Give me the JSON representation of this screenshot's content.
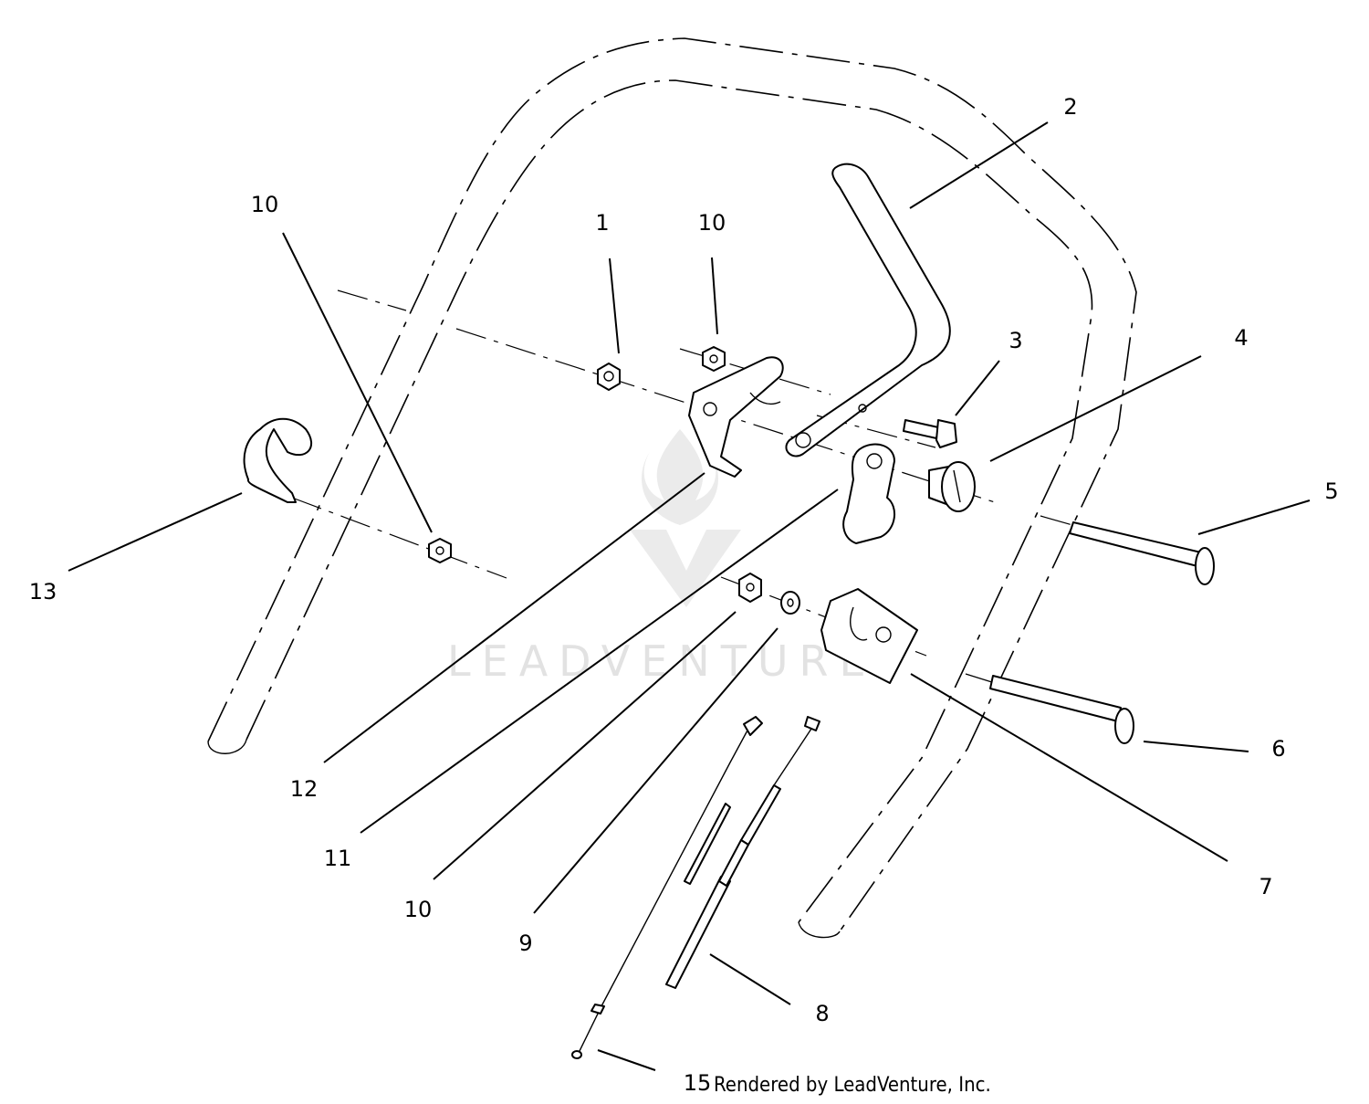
{
  "diagram": {
    "callouts": [
      {
        "id": "c1",
        "label": "1"
      },
      {
        "id": "c2",
        "label": "2"
      },
      {
        "id": "c3",
        "label": "3"
      },
      {
        "id": "c4",
        "label": "4"
      },
      {
        "id": "c5",
        "label": "5"
      },
      {
        "id": "c6",
        "label": "6"
      },
      {
        "id": "c7",
        "label": "7"
      },
      {
        "id": "c8",
        "label": "8"
      },
      {
        "id": "c9",
        "label": "9"
      },
      {
        "id": "c10a",
        "label": "10"
      },
      {
        "id": "c10b",
        "label": "10"
      },
      {
        "id": "c10c",
        "label": "10"
      },
      {
        "id": "c11",
        "label": "11"
      },
      {
        "id": "c12",
        "label": "12"
      },
      {
        "id": "c13",
        "label": "13"
      },
      {
        "id": "c15",
        "label": "15"
      }
    ],
    "credit": "Rendered by LeadVenture, Inc.",
    "watermark": "LEADVENTURE"
  }
}
